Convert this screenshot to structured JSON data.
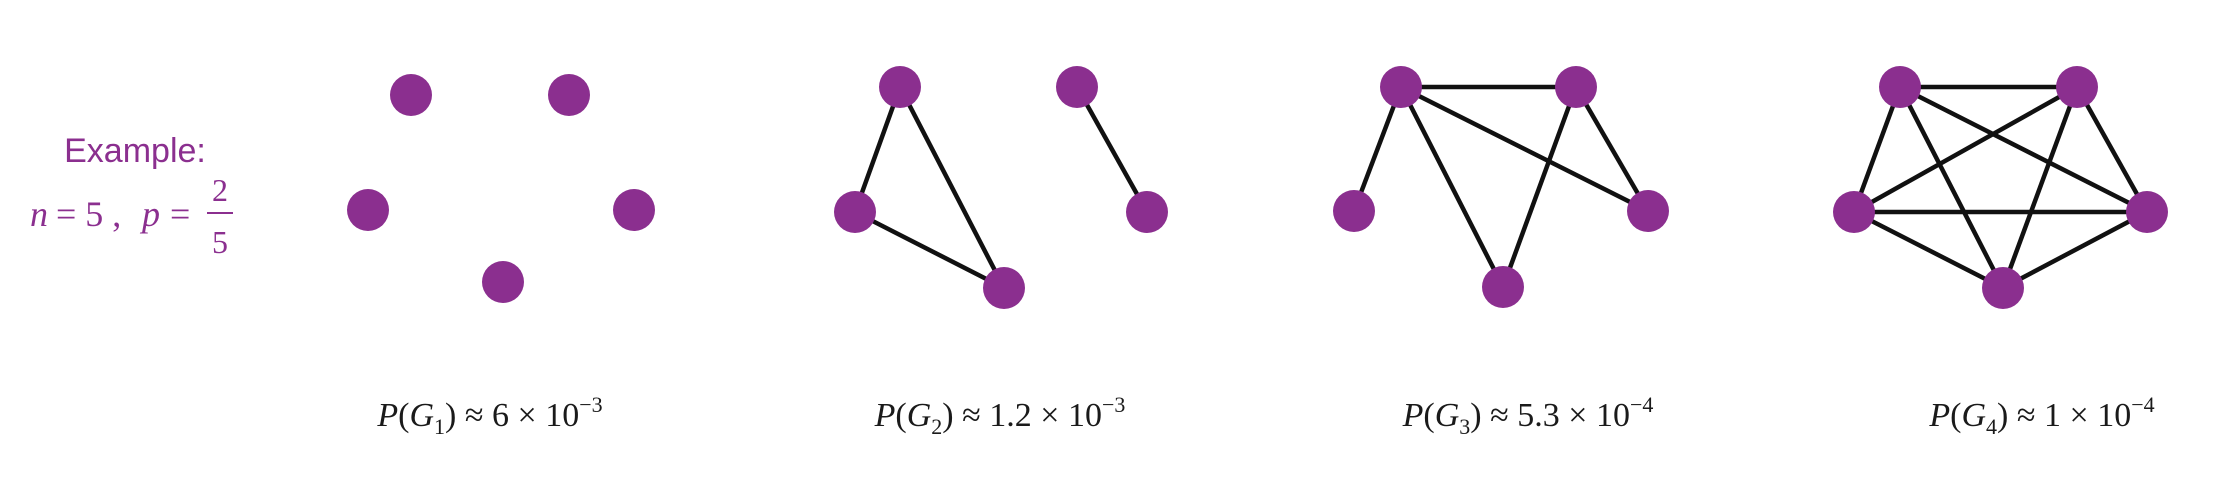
{
  "colors": {
    "accent": "#8b2f8f",
    "edge": "#111111",
    "text": "#1a1a1a"
  },
  "example": {
    "title": "Example:",
    "n_var": "n",
    "n_eq": "= 5 ,",
    "p_var": "p",
    "p_eq": "=",
    "p_num": "2",
    "p_den": "5"
  },
  "graphs": [
    {
      "id": "g1",
      "edges": [],
      "label": {
        "P": "P",
        "G": "G",
        "sub": "1",
        "approx": "≈ 6 × 10",
        "exp": "−3"
      }
    },
    {
      "id": "g2",
      "edges": [
        [
          0,
          1
        ],
        [
          0,
          2
        ],
        [
          1,
          2
        ],
        [
          3,
          4
        ]
      ],
      "label": {
        "P": "P",
        "G": "G",
        "sub": "2",
        "approx": "≈ 1.2 × 10",
        "exp": "−3"
      }
    },
    {
      "id": "g3",
      "edges": [
        [
          0,
          1
        ],
        [
          0,
          2
        ],
        [
          0,
          3
        ],
        [
          0,
          4
        ],
        [
          1,
          3
        ],
        [
          1,
          4
        ]
      ],
      "label": {
        "P": "P",
        "G": "G",
        "sub": "3",
        "approx": "≈ 5.3 × 10",
        "exp": "−4"
      }
    },
    {
      "id": "g4",
      "edges": [
        [
          0,
          1
        ],
        [
          0,
          2
        ],
        [
          0,
          3
        ],
        [
          0,
          4
        ],
        [
          1,
          2
        ],
        [
          1,
          3
        ],
        [
          1,
          4
        ],
        [
          2,
          3
        ],
        [
          2,
          4
        ],
        [
          3,
          4
        ]
      ],
      "label": {
        "P": "P",
        "G": "G",
        "sub": "4",
        "approx": "≈ 1 × 10",
        "exp": "−4"
      }
    }
  ]
}
